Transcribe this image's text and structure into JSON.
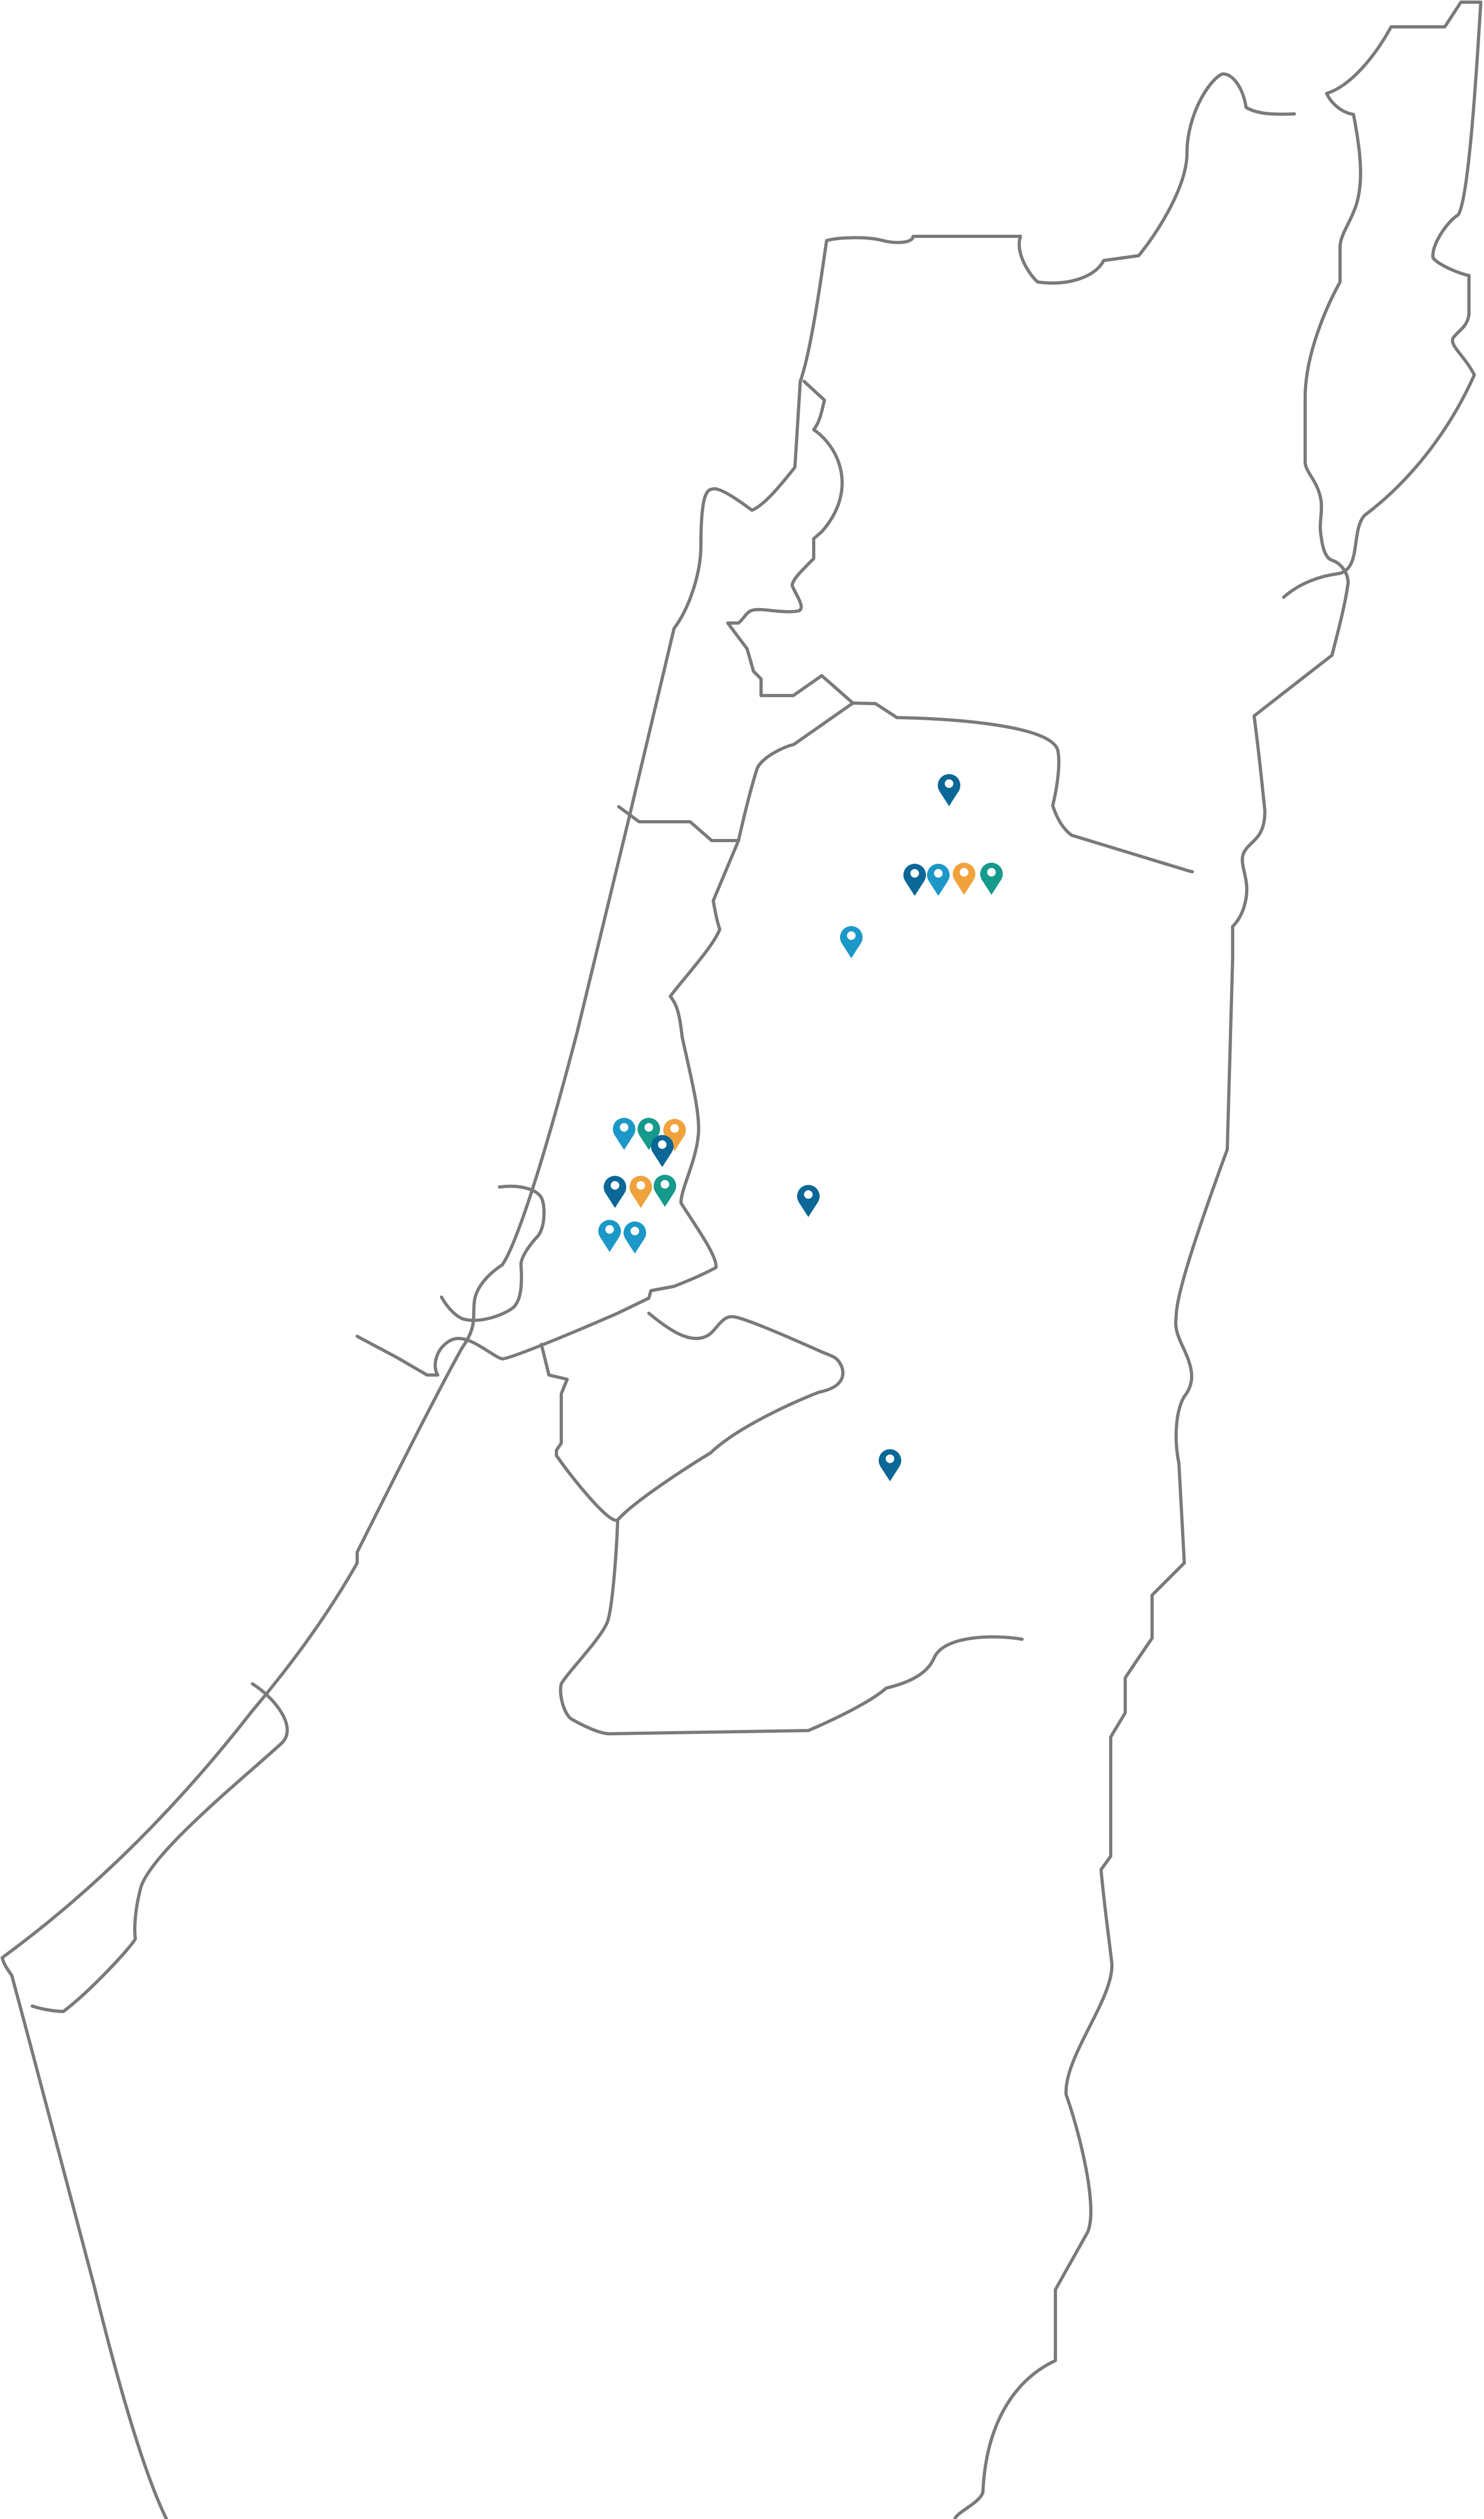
{
  "map": {
    "background": "#ffffff",
    "border_color": "#7a7a7a",
    "marker_icon": "map-pin-icon",
    "marker_colors": {
      "dark-blue": "#0a6797",
      "light-blue": "#1c98c8",
      "orange": "#f0a23c",
      "teal": "#159a8c"
    },
    "markers": [
      {
        "name": "marker-1",
        "color": "dark-blue"
      },
      {
        "name": "marker-2",
        "color": "dark-blue"
      },
      {
        "name": "marker-3",
        "color": "light-blue"
      },
      {
        "name": "marker-4",
        "color": "orange"
      },
      {
        "name": "marker-5",
        "color": "teal"
      },
      {
        "name": "marker-6",
        "color": "light-blue"
      },
      {
        "name": "marker-7",
        "color": "light-blue"
      },
      {
        "name": "marker-8",
        "color": "teal"
      },
      {
        "name": "marker-9",
        "color": "orange"
      },
      {
        "name": "marker-10",
        "color": "dark-blue"
      },
      {
        "name": "marker-11",
        "color": "dark-blue"
      },
      {
        "name": "marker-12",
        "color": "orange"
      },
      {
        "name": "marker-13",
        "color": "teal"
      },
      {
        "name": "marker-14",
        "color": "light-blue"
      },
      {
        "name": "marker-15",
        "color": "light-blue"
      },
      {
        "name": "marker-16",
        "color": "dark-blue"
      },
      {
        "name": "marker-17",
        "color": "dark-blue"
      }
    ]
  }
}
